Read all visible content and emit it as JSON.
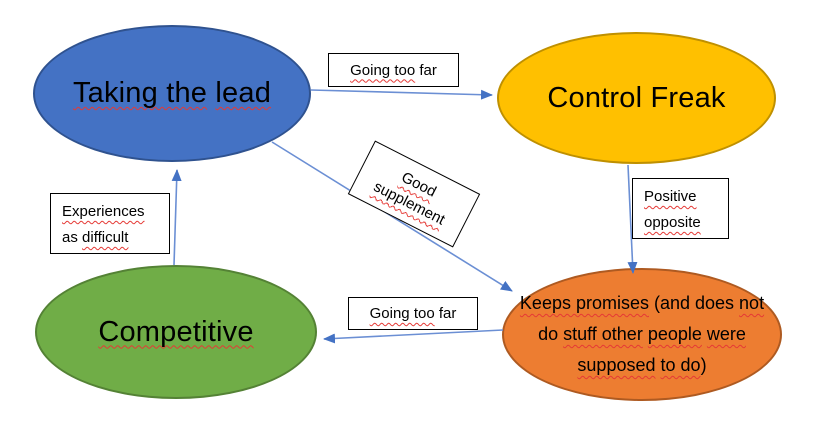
{
  "diagram": {
    "background": "#FFFFFF",
    "arrow_color": "#6B8FD4",
    "arrowhead_color": "#4472C4",
    "squiggle_color": "#E53935",
    "nodes": {
      "taking_the_lead": {
        "label": "Taking the lead",
        "fill": "#4472C4",
        "border": "#2F528F",
        "segments": [
          {
            "t": "Taking the",
            "sq": true
          },
          {
            "t": " ",
            "sq": false
          },
          {
            "t": "lead",
            "sq": true
          }
        ]
      },
      "control_freak": {
        "label": "Control Freak",
        "fill": "#FFC000",
        "border": "#BF9000",
        "segments": [
          {
            "t": "Control Freak",
            "sq": false
          }
        ]
      },
      "competitive": {
        "label": "Competitive",
        "fill": "#70AD47",
        "border": "#548235",
        "segments": [
          {
            "t": "Competitive",
            "sq": true
          }
        ]
      },
      "keeps_promises": {
        "label": "Keeps promises (and does not do stuff other people were supposed to do)",
        "fill": "#ED7D31",
        "border": "#AE5A21",
        "segments": [
          {
            "t": "Keeps promises",
            "sq": true
          },
          {
            "t": " (and does ",
            "sq": false
          },
          {
            "t": "not",
            "sq": true
          },
          {
            "br": true
          },
          {
            "t": "do ",
            "sq": false
          },
          {
            "t": "stuff other",
            "sq": true
          },
          {
            "t": " ",
            "sq": false
          },
          {
            "t": "people",
            "sq": true
          },
          {
            "t": " ",
            "sq": false
          },
          {
            "t": "were",
            "sq": true
          },
          {
            "br": true
          },
          {
            "t": "supposed",
            "sq": true
          },
          {
            "t": " ",
            "sq": false
          },
          {
            "t": "to do",
            "sq": true
          },
          {
            "t": ")",
            "sq": false
          }
        ]
      }
    },
    "edge_labels": {
      "going_too_far_top": {
        "label": "Going too far",
        "segments": [
          {
            "t": "Going too",
            "sq": true
          },
          {
            "t": " far",
            "sq": false
          }
        ]
      },
      "good_supplement": {
        "label": "Good supplement",
        "line1": [
          {
            "t": "Good",
            "sq": true
          }
        ],
        "line2": [
          {
            "t": "supplement",
            "sq": true
          }
        ]
      },
      "positive_opposite": {
        "label": "Positive opposite",
        "line1": [
          {
            "t": "Positive",
            "sq": true
          }
        ],
        "line2": [
          {
            "t": "opposite",
            "sq": true
          }
        ]
      },
      "experiences_as_difficult": {
        "label": "Experiences as difficult",
        "line1": [
          {
            "t": "Experiences",
            "sq": true
          }
        ],
        "line2": [
          {
            "t": "as ",
            "sq": false
          },
          {
            "t": "difficult",
            "sq": true
          }
        ]
      },
      "going_too_far_bottom": {
        "label": "Going too far",
        "segments": [
          {
            "t": "Going too",
            "sq": true
          },
          {
            "t": " far",
            "sq": false
          }
        ]
      }
    },
    "edges": [
      {
        "from": "Taking the lead",
        "to": "Control Freak",
        "label": "Going too far"
      },
      {
        "from": "Taking the lead",
        "to": "Keeps promises (and does not do stuff other people were supposed to do)",
        "label": "Good supplement"
      },
      {
        "from": "Control Freak",
        "to": "Keeps promises (and does not do stuff other people were supposed to do)",
        "label": "Positive opposite"
      },
      {
        "from": "Keeps promises (and does not do stuff other people were supposed to do)",
        "to": "Competitive",
        "label": "Going too far"
      },
      {
        "from": "Competitive",
        "to": "Taking the lead",
        "label": "Experiences as difficult"
      }
    ]
  }
}
